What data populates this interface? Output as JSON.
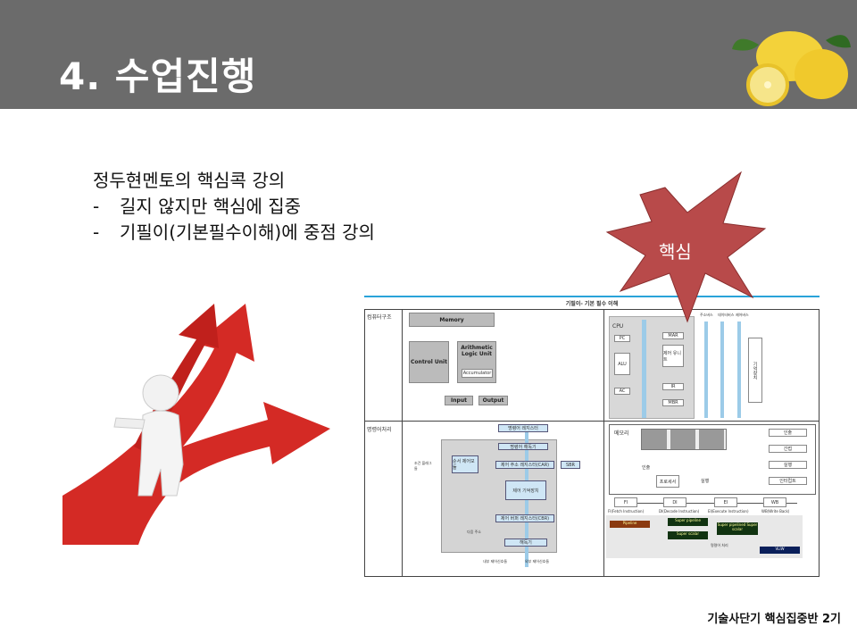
{
  "slide": {
    "title": "4. 수업진행",
    "bullets": [
      {
        "prefix": "",
        "text": "정두현멘토의 핵심콕 강의"
      },
      {
        "prefix": "-",
        "text": "길지 않지만 핵심에 집중"
      },
      {
        "prefix": "-",
        "text": "기필이(기본필수이해)에 중점 강의"
      }
    ],
    "starburst_label": "핵심",
    "footer": "기술사단기 핵심집중반 2기"
  },
  "diagram": {
    "header": "기필이- 기본 필수 이해",
    "rows": [
      {
        "label": "컴퓨터구조"
      },
      {
        "label": "명령어처리"
      }
    ],
    "von_neumann": {
      "memory": "Memory",
      "control": "Control Unit",
      "alu": "Arithmetic Logic Unit",
      "acc": "Accumulator",
      "input": "Input",
      "output": "Output"
    },
    "cpu": {
      "cpu": "CPU",
      "pc": "PC",
      "alu": "ALU",
      "ac": "AC",
      "mar": "MAR",
      "cu": "제어 유니트",
      "ir": "IR",
      "mbr": "MBR",
      "mem": "기억장치",
      "buses": [
        "주소버스",
        "데이터버스",
        "제어버스"
      ]
    },
    "cycle": {
      "memory": "메모리",
      "fetch_arrow": "인출",
      "processor": "프로세서",
      "exec_arrow": "실행",
      "steps": [
        "인출",
        "간접",
        "실행",
        "인터럽트"
      ]
    },
    "pipeline_stages": [
      {
        "code": "FI",
        "label": "FI(Fetch Instruction)"
      },
      {
        "code": "DI",
        "label": "DI(Decode Instruction)"
      },
      {
        "code": "EI",
        "label": "EI(Execute Instruction)"
      },
      {
        "code": "WB",
        "label": "WB(Write Back)"
      }
    ],
    "pipeline_types": {
      "pipeline": "Pipeline",
      "super_pipeline": "Super pipeline",
      "super_scalar": "Super scalar",
      "combined": "Super pipelined Super scalar",
      "vliw": "VLIW",
      "note": "명령어 처리"
    },
    "control_unit": {
      "ir": "명령어 레지스터",
      "decoder": "명령어 해독기",
      "car": "제어 주소 레지스터(CAR)",
      "sbr": "SBR",
      "seq": "순서 제어모듈",
      "cond": "조건 플래그들",
      "mem": "제어 기억장치",
      "cbr": "제어 버퍼 레지스터(CBR)",
      "dec": "해독기",
      "next": "다음 주소",
      "out1": "내부 제어신호들",
      "out2": "외부 제어신호들"
    }
  },
  "colors": {
    "header_bg": "#6b6b6b",
    "star": "#b84a4a",
    "arrow_red": "#d42a25",
    "accent_blue": "#29a3d9"
  }
}
